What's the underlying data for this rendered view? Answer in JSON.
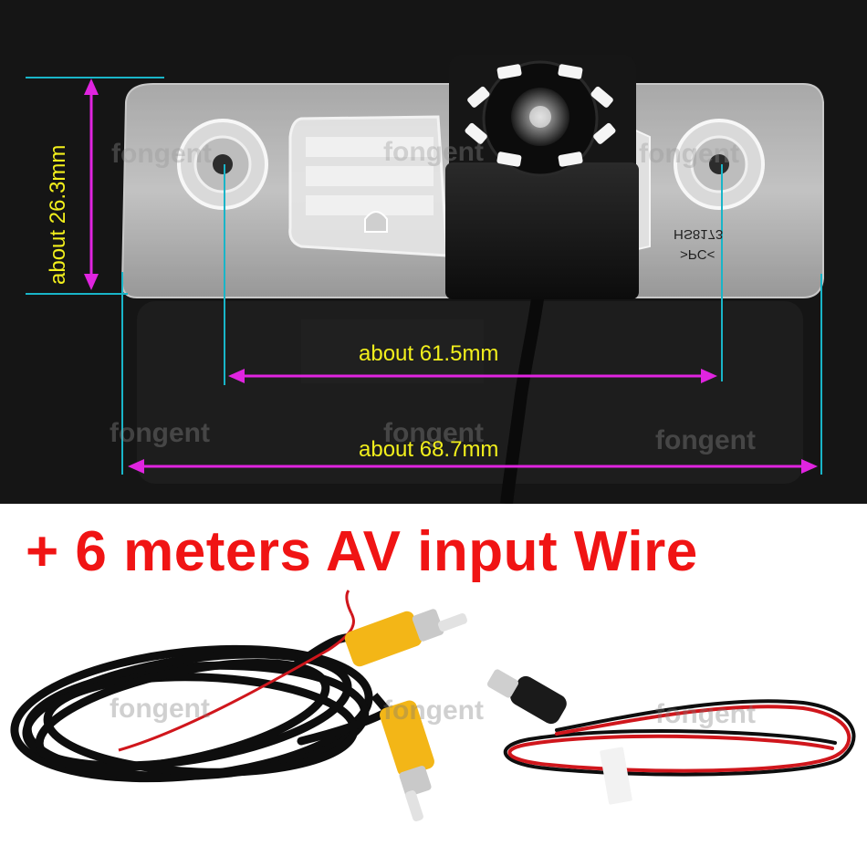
{
  "dimensions": {
    "height": "about 26.3mm",
    "hole_spacing": "about 61.5mm",
    "total_width": "about 68.7mm"
  },
  "part_marking": {
    "line1": "HS8173",
    "line2": ">PC<"
  },
  "watermark": "fongent",
  "headline": "+ 6 meters AV input Wire",
  "colors": {
    "dimension_line": "#e024e0",
    "extension_line": "#19b5c8",
    "dimension_text": "#f2ef1c",
    "headline": "#f01414",
    "rca_plug": "#f3b617",
    "wire_red": "#d0161c",
    "wire_black": "#0e0e0e"
  }
}
